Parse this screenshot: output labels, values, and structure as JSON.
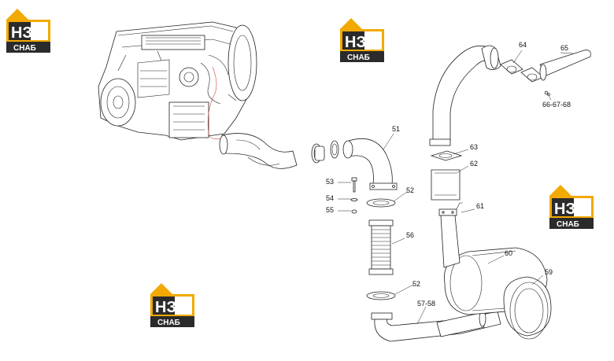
{
  "logo": {
    "letters": "НЗ",
    "sub": "СНАБ",
    "colors": {
      "orange": "#F2A900",
      "dark": "#2b2b2b",
      "white": "#ffffff"
    }
  },
  "callouts": [
    {
      "id": "51",
      "text": "51"
    },
    {
      "id": "52a",
      "text": "52"
    },
    {
      "id": "52b",
      "text": "52"
    },
    {
      "id": "53",
      "text": "53"
    },
    {
      "id": "54",
      "text": "54"
    },
    {
      "id": "55",
      "text": "55"
    },
    {
      "id": "56",
      "text": "56"
    },
    {
      "id": "57-58",
      "text": "57-58"
    },
    {
      "id": "59",
      "text": "59"
    },
    {
      "id": "60",
      "text": "60"
    },
    {
      "id": "61",
      "text": "61"
    },
    {
      "id": "62",
      "text": "62"
    },
    {
      "id": "63",
      "text": "63"
    },
    {
      "id": "64",
      "text": "64"
    },
    {
      "id": "65",
      "text": "65"
    },
    {
      "id": "66-67-68",
      "text": "66-67-68"
    }
  ]
}
